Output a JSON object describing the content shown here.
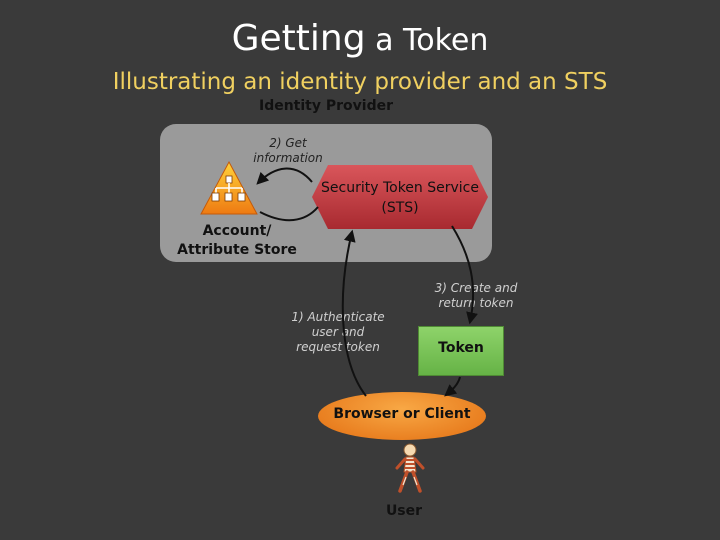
{
  "title": {
    "part1": "Getting",
    "part2": " a Token"
  },
  "subtitle": "Illustrating an identity provider and an STS",
  "identity_provider": {
    "label": "Identity Provider"
  },
  "steps": {
    "step1": "1) Authenticate user and request token",
    "step2": "2) Get information",
    "step3": "3) Create and return token"
  },
  "sts": {
    "label": "Security Token Service (STS)",
    "color": "#c0393f"
  },
  "store": {
    "label": "Account/ Attribute Store",
    "icon": "hierarchy-warning-icon"
  },
  "token": {
    "label": "Token",
    "color": "#7cc45a"
  },
  "client": {
    "label": "Browser or Client",
    "color": "#f0891f"
  },
  "user": {
    "label": "User",
    "icon": "person-icon"
  },
  "colors": {
    "background": "#3a3a3a",
    "subtitle": "#f0d060",
    "idp_box": "#9a9a9a"
  }
}
